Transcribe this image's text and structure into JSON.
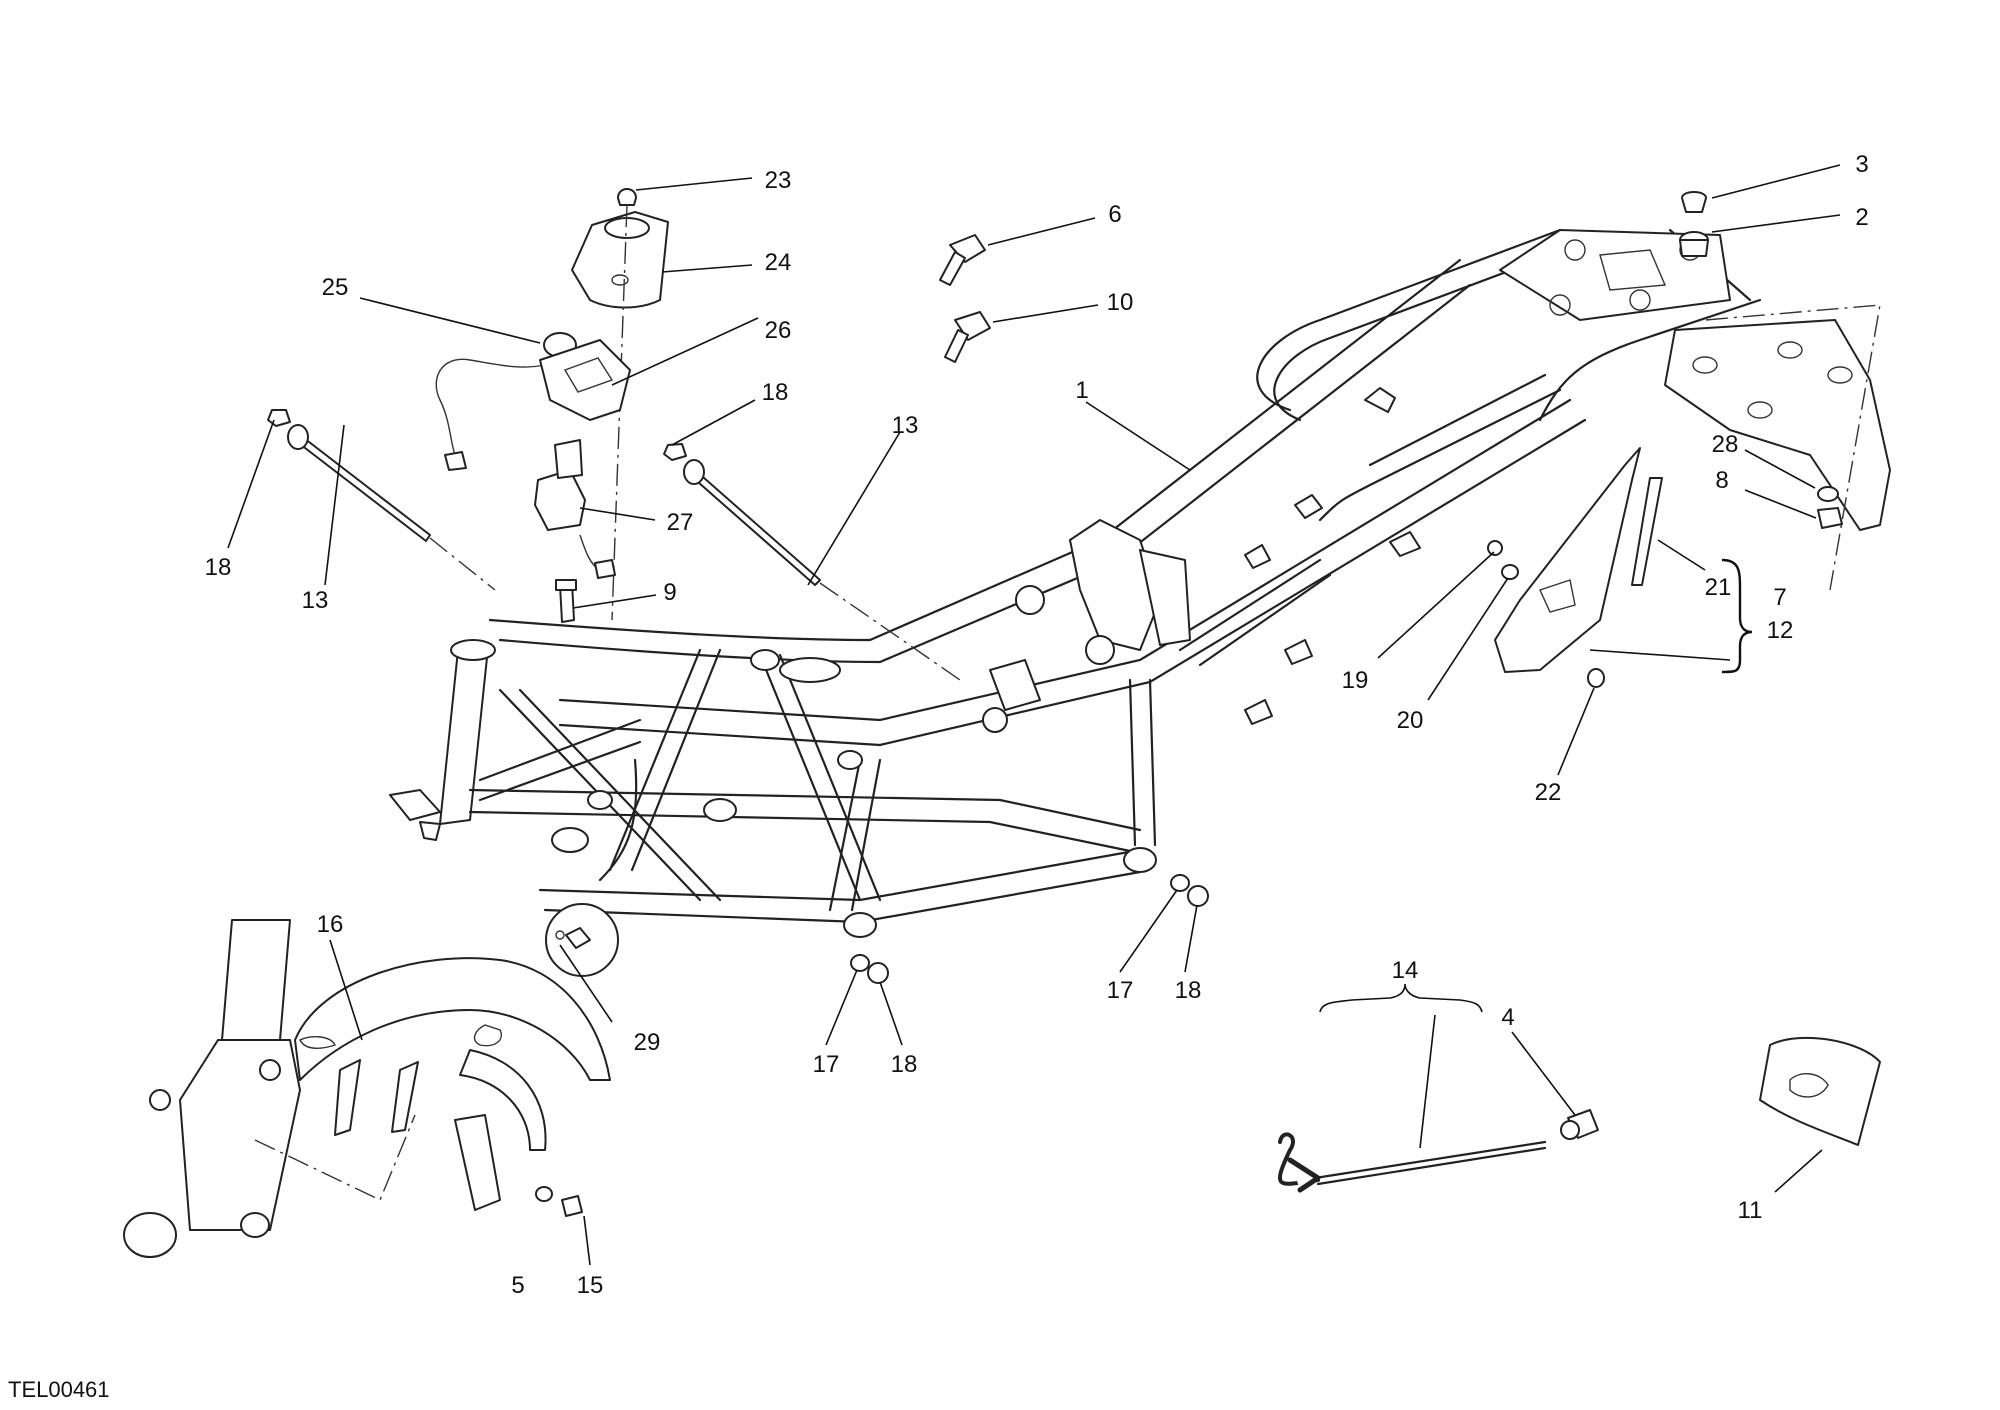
{
  "drawing_code": "TEL00461",
  "callouts": [
    {
      "id": "c1",
      "text": "1"
    },
    {
      "id": "c2",
      "text": "2"
    },
    {
      "id": "c3",
      "text": "3"
    },
    {
      "id": "c4",
      "text": "4"
    },
    {
      "id": "c5",
      "text": "5"
    },
    {
      "id": "c6",
      "text": "6"
    },
    {
      "id": "c7",
      "text": "7"
    },
    {
      "id": "c8",
      "text": "8"
    },
    {
      "id": "c9",
      "text": "9"
    },
    {
      "id": "c10",
      "text": "10"
    },
    {
      "id": "c11",
      "text": "11"
    },
    {
      "id": "c12",
      "text": "12"
    },
    {
      "id": "c13a",
      "text": "13"
    },
    {
      "id": "c13b",
      "text": "13"
    },
    {
      "id": "c14",
      "text": "14"
    },
    {
      "id": "c15",
      "text": "15"
    },
    {
      "id": "c16",
      "text": "16"
    },
    {
      "id": "c17a",
      "text": "17"
    },
    {
      "id": "c17b",
      "text": "17"
    },
    {
      "id": "c18a",
      "text": "18"
    },
    {
      "id": "c18b",
      "text": "18"
    },
    {
      "id": "c18c",
      "text": "18"
    },
    {
      "id": "c18d",
      "text": "18"
    },
    {
      "id": "c19",
      "text": "19"
    },
    {
      "id": "c20",
      "text": "20"
    },
    {
      "id": "c21",
      "text": "21"
    },
    {
      "id": "c22",
      "text": "22"
    },
    {
      "id": "c23",
      "text": "23"
    },
    {
      "id": "c24",
      "text": "24"
    },
    {
      "id": "c25",
      "text": "25"
    },
    {
      "id": "c26",
      "text": "26"
    },
    {
      "id": "c27",
      "text": "27"
    },
    {
      "id": "c28",
      "text": "28"
    },
    {
      "id": "c29",
      "text": "29"
    }
  ]
}
